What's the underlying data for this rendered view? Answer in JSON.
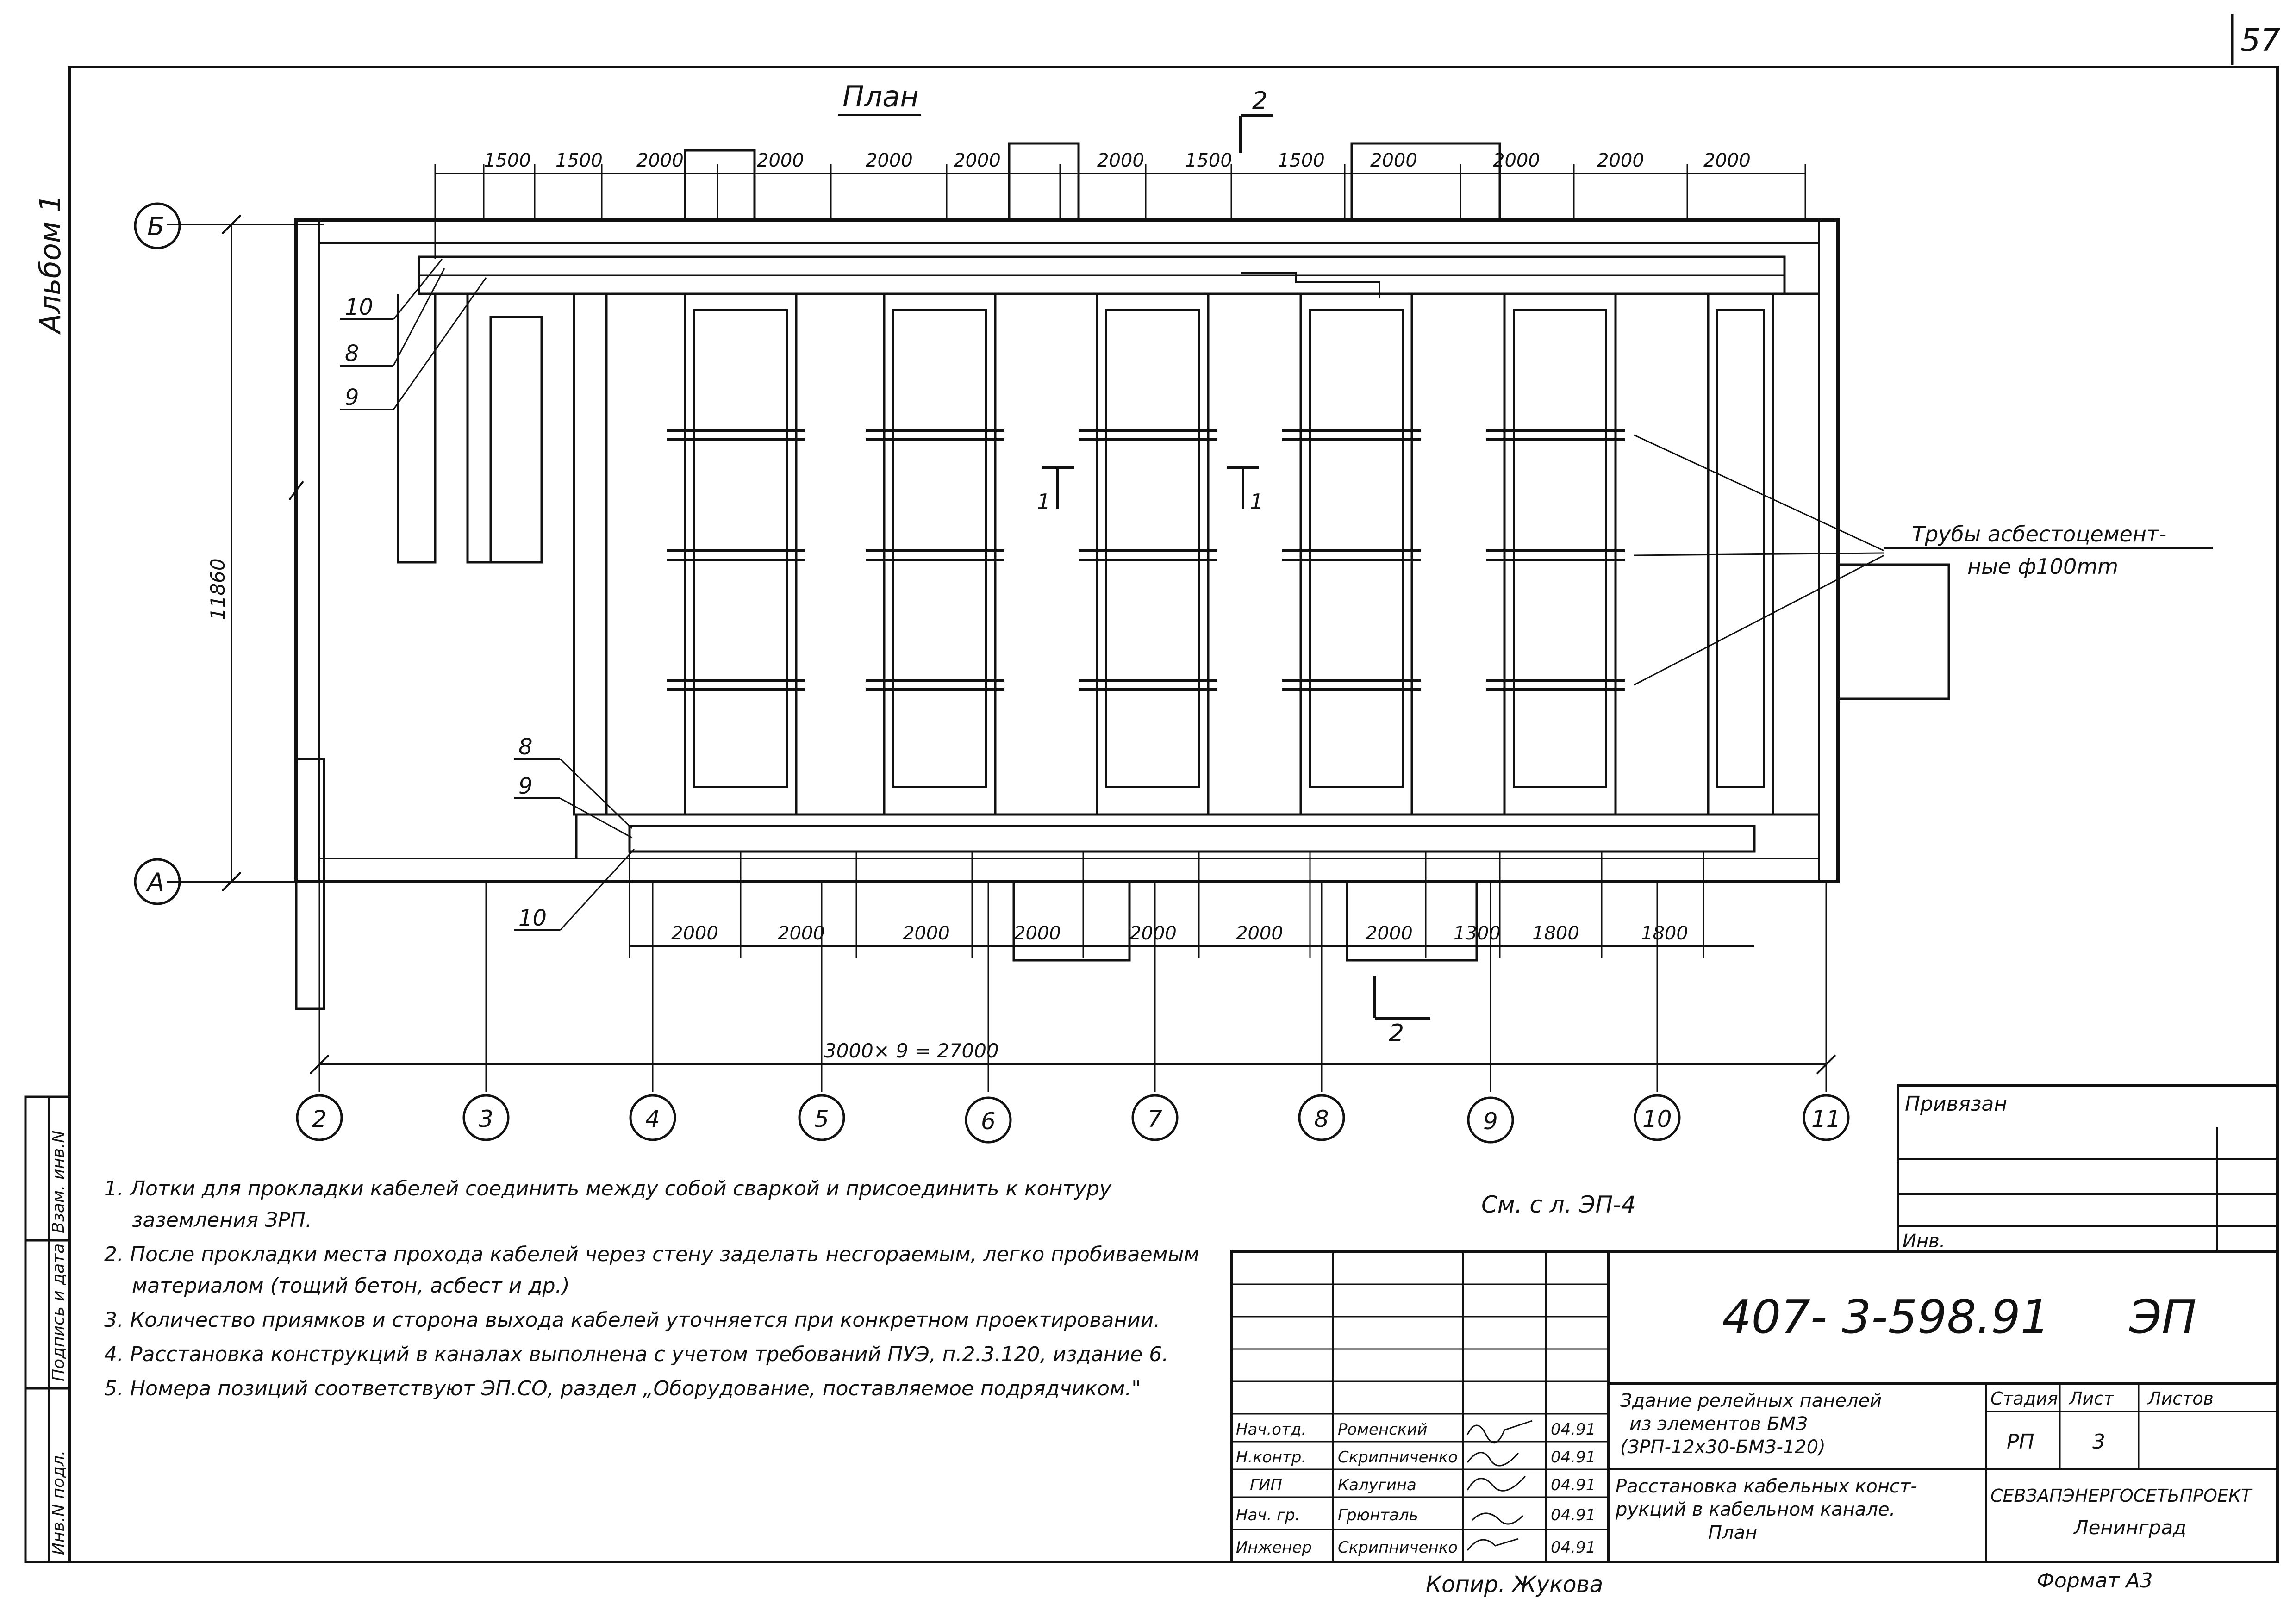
{
  "sheet_number": "57",
  "album_label": "Альбом 1",
  "plan_title": "План",
  "axes_letters": [
    "Б",
    "А"
  ],
  "axes_numbers": [
    "2",
    "3",
    "4",
    "5",
    "6",
    "7",
    "8",
    "9",
    "10",
    "11"
  ],
  "top_dims": [
    "1500",
    "1500",
    "2000",
    "2000",
    "2000",
    "2000",
    "2000",
    "1500",
    "1500",
    "2000",
    "2000",
    "2000",
    "2000"
  ],
  "bottom_dims": [
    "2000",
    "2000",
    "2000",
    "2000",
    "2000",
    "2000",
    "2000",
    "1300",
    "1800",
    "1800"
  ],
  "overall_dim": "3000× 9 = 27000",
  "height_dim": "11860",
  "callouts_top": [
    "10",
    "8",
    "9"
  ],
  "callouts_bottom": [
    "8",
    "9",
    "10"
  ],
  "section_marks": [
    "2",
    "1",
    "1",
    "2"
  ],
  "pipe_label_line1": "Трубы асбестоцемент-",
  "pipe_label_line2": "ные ф100mm",
  "see_ref": "См. с л. ЭП-4",
  "notes": [
    "1. Лотки для прокладки кабелей соединить между собой сваркой и присоединить к контуру заземления ЗРП.",
    "2. После прокладки места прохода кабелей через стену заделать несгораемым, легко пробиваемым материалом (тощий бетон, асбест и др.)",
    "3. Количество приямков и сторона выхода кабелей уточняется при конкретном проектировании.",
    "4. Расстановка конструкций в каналах выполнена с учетом требований ПУЭ, п.2.3.120, издание 6.",
    "5. Номера позиций соответствуют ЭП.СО, раздел „Оборудование, поставляемое подрядчиком.\""
  ],
  "left_strip": [
    "Взам. инв.N",
    "Подпись и дата",
    "Инв.N подл."
  ],
  "privyazan": "Привязан",
  "inv_label": "Инв.",
  "title_block": {
    "doc_code": "407- 3-598.91",
    "doc_mark": "ЭП",
    "object_line1": "Здание релейных панелей",
    "object_line2": "из элементов БМЗ",
    "object_line3": "(ЗРП-12х30-БМЗ-120)",
    "sheet_title_line1": "Расстановка кабельных конст-",
    "sheet_title_line2": "рукций в кабельном канале.",
    "sheet_title_line3": "План",
    "stage_label": "Стадия",
    "sheet_label": "Лист",
    "sheets_label": "Листов",
    "stage": "РП",
    "sheet": "3",
    "org": "СЕВЗАПЭНЕРГОСЕТЬПРОЕКТ",
    "city": "Ленинград",
    "people": [
      {
        "role": "Нач.отд.",
        "name": "Роменский",
        "date": "04.91"
      },
      {
        "role": "Н.контр.",
        "name": "Скрипниченко",
        "date": "04.91"
      },
      {
        "role": "ГИП",
        "name": "Калугина",
        "date": "04.91"
      },
      {
        "role": "Нач. гр.",
        "name": "Грюнталь",
        "date": "04.91"
      },
      {
        "role": "Инженер",
        "name": "Скрипниченко",
        "date": "04.91"
      }
    ]
  },
  "copier": "Копир. Жукова",
  "format": "Формат А3"
}
